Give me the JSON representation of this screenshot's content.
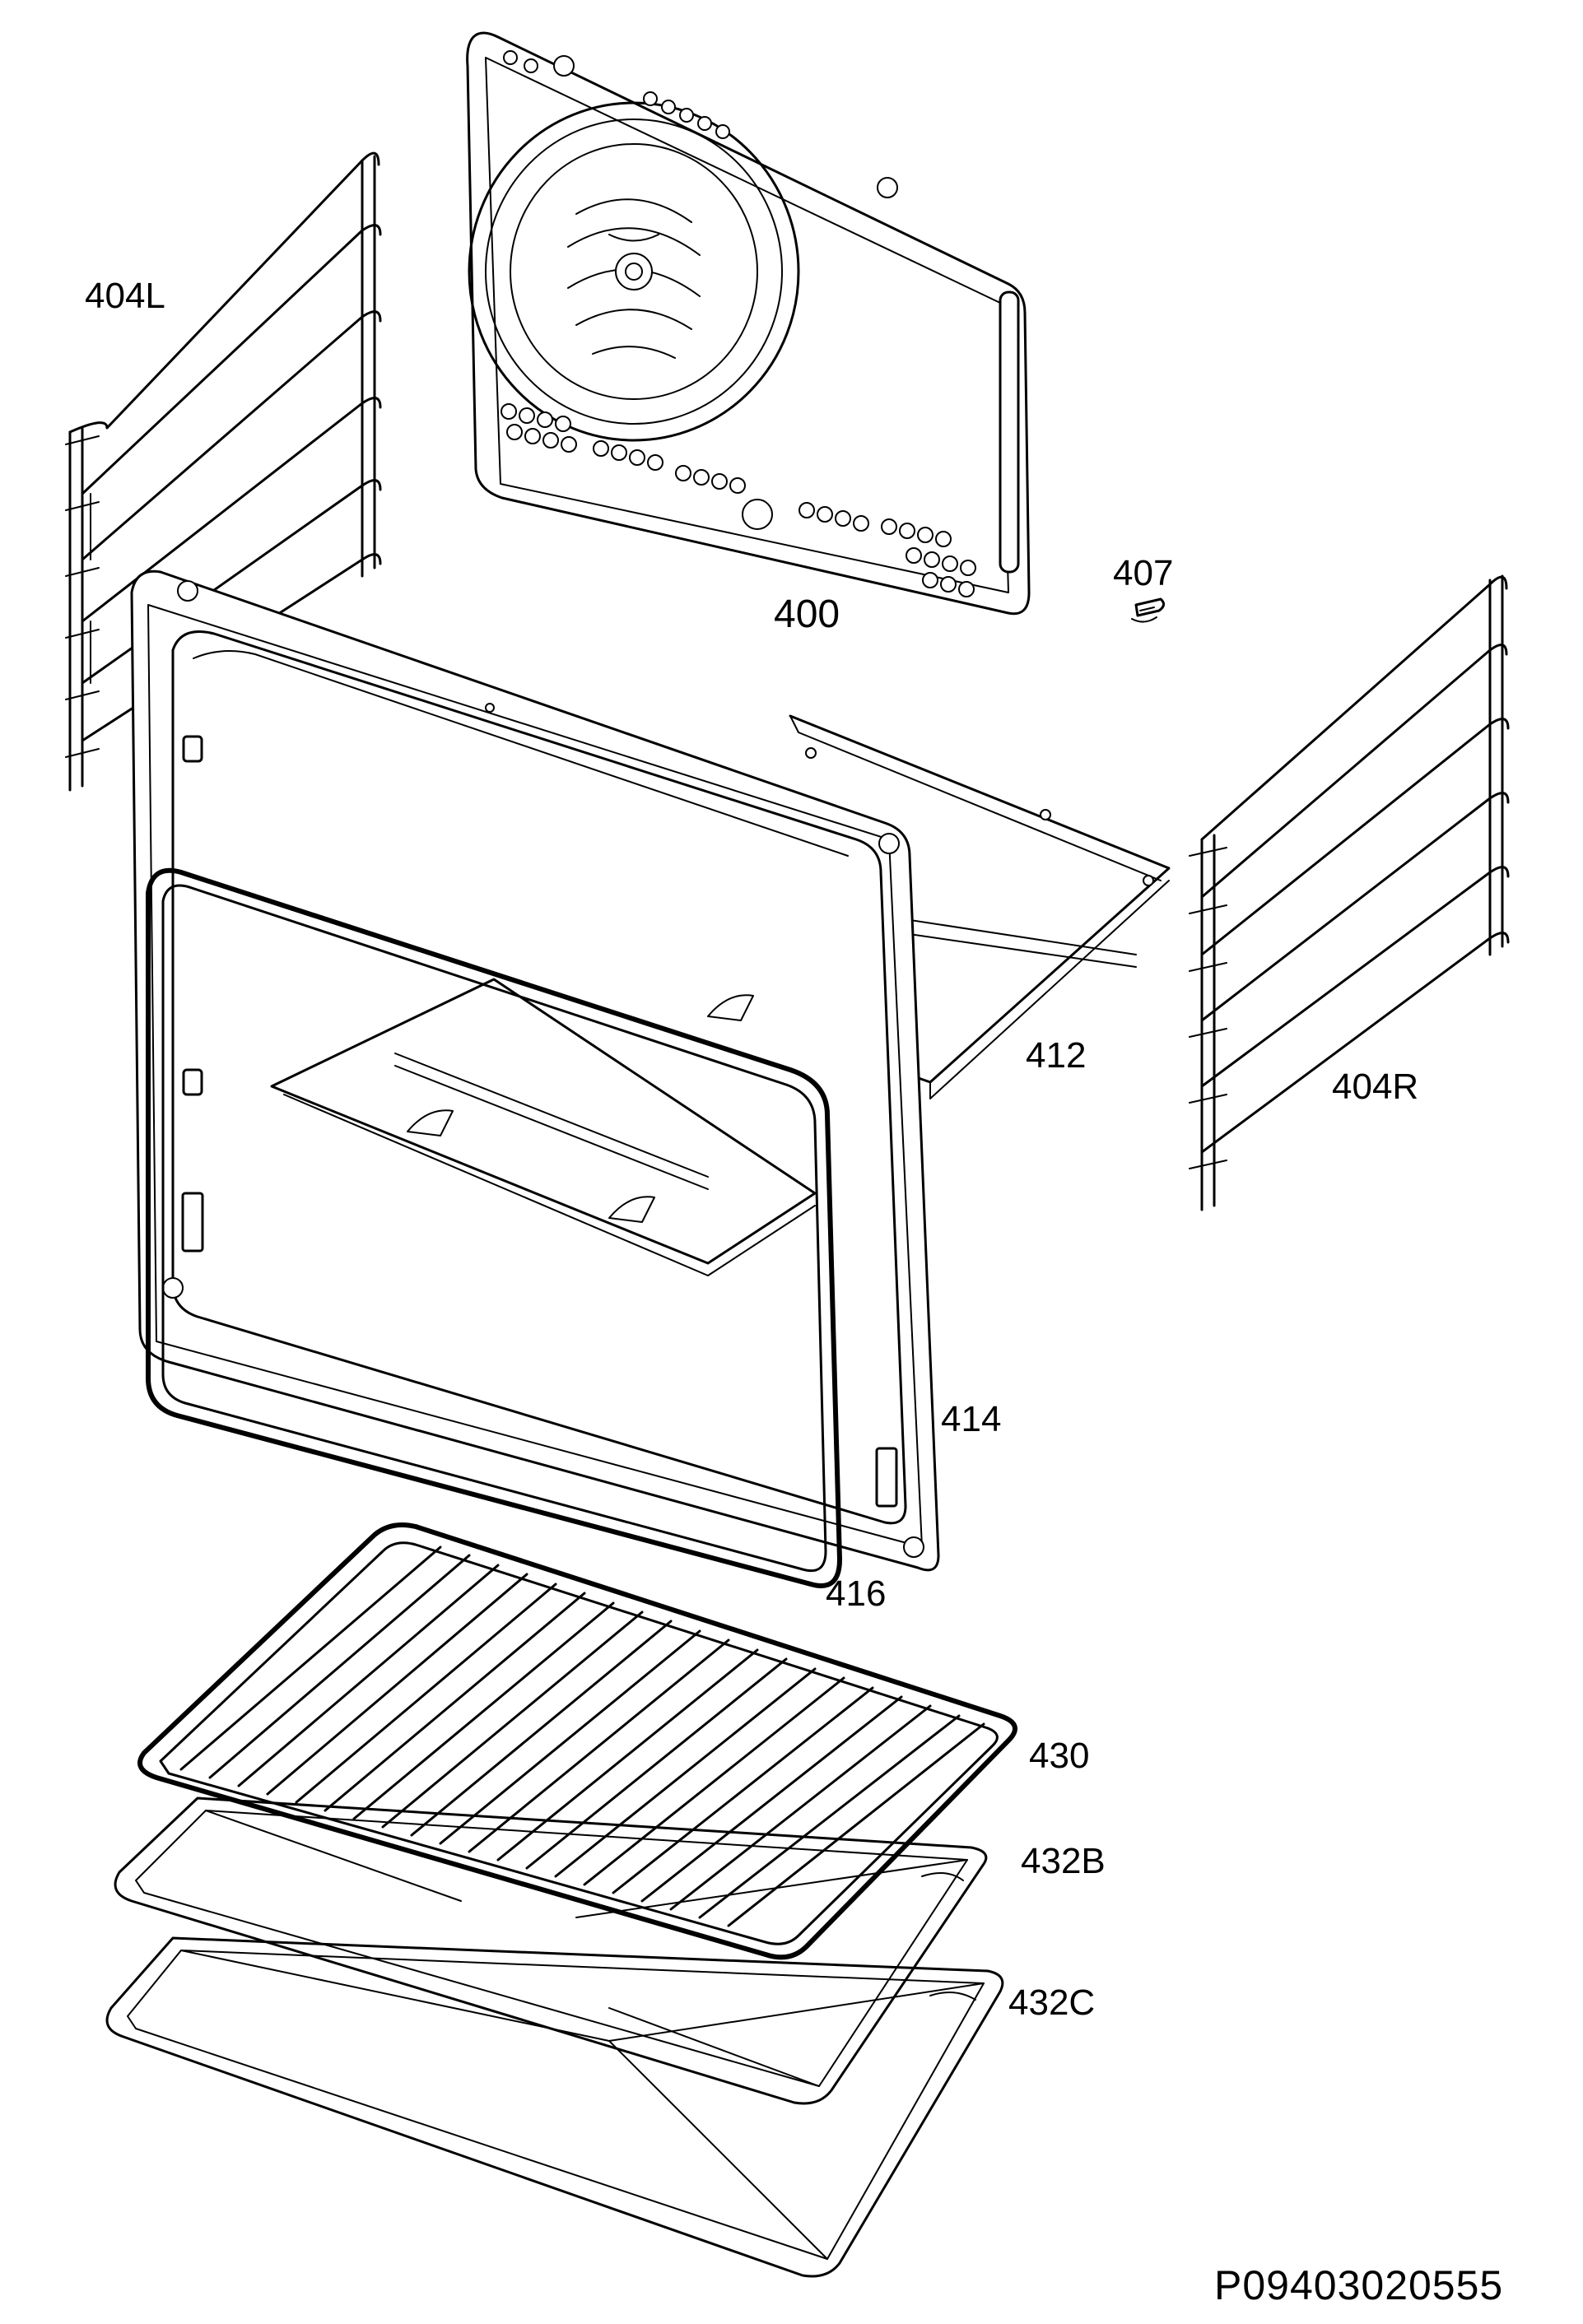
{
  "labels": {
    "p400": "400",
    "p404L": "404L",
    "p404R": "404R",
    "p407": "407",
    "p412": "412",
    "p414": "414",
    "p416": "416",
    "p430": "430",
    "p432B": "432B",
    "p432C": "432C"
  },
  "drawing_code": "P09403020555"
}
